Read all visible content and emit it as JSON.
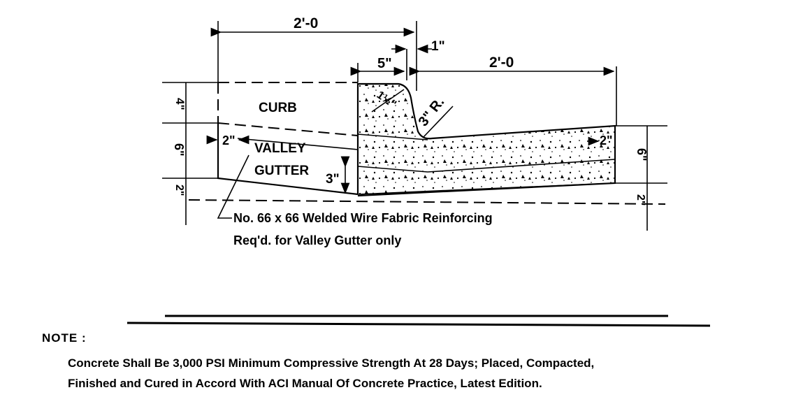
{
  "dimensions": {
    "top_width": "2'-0",
    "curb_top": "5\"",
    "gap": "1\"",
    "gutter_width": "2'-0",
    "radius_small": "1½\"",
    "radius_large": "3\" R.",
    "left_height_upper": "4\"",
    "left_height_mid": "6\"",
    "left_height_lower": "2\"",
    "right_height_mid": "6\"",
    "right_height_lower": "2\"",
    "lip_left": "2\"",
    "lip_right": "2\"",
    "fabric_depth": "3\""
  },
  "labels": {
    "curb": "CURB",
    "valley": "VALLEY",
    "gutter": "GUTTER",
    "reinforcing_line1": "No. 66 x 66 Welded Wire Fabric Reinforcing",
    "reinforcing_line2": "Req'd. for Valley Gutter only"
  },
  "note": {
    "title": "NOTE :",
    "line1": "Concrete Shall Be 3,000 PSI Minimum Compressive Strength At 28 Days; Placed, Compacted,",
    "line2": "Finished and Cured in Accord With ACI Manual Of Concrete Practice, Latest Edition."
  }
}
